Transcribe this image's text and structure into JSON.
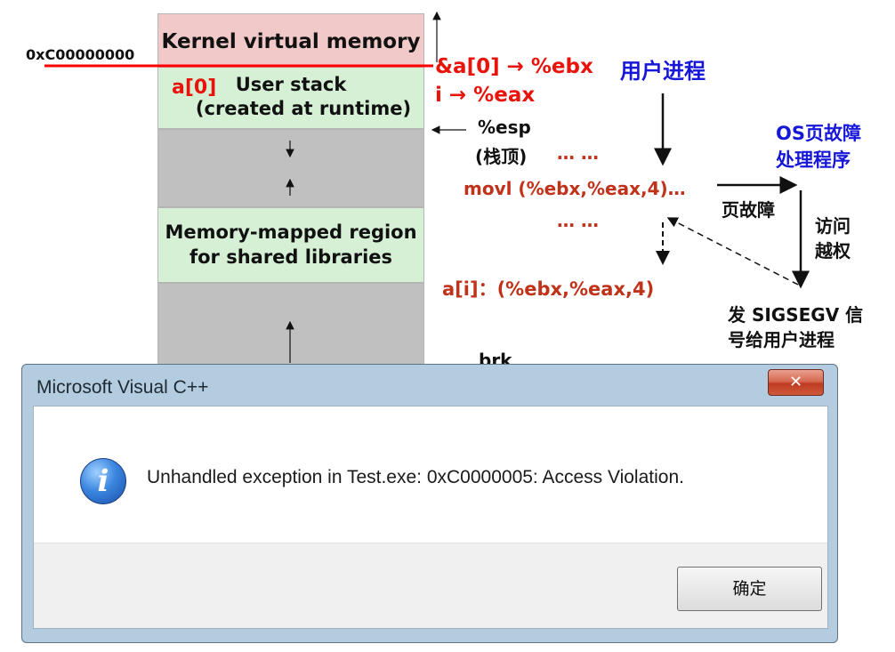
{
  "diagram": {
    "address_label": "0xC00000000",
    "segments": {
      "kernel": "Kernel virtual memory",
      "user_stack_line1": "User stack",
      "user_stack_line2": "(created at runtime)",
      "mmap_line1": "Memory-mapped region",
      "mmap_line2": "for shared libraries"
    },
    "a0_label": "a[0]",
    "reg_ebx": "&a[0] → %ebx",
    "reg_eax": "i → %eax",
    "esp_label": "%esp",
    "esp_note": "(栈顶)",
    "user_process": "用户进程",
    "os_handler_line1": "OS页故障",
    "os_handler_line2": "处理程序",
    "ellipsis": "… …",
    "movl_instr": "movl (%ebx,%eax,4)…",
    "page_fault": "页故障",
    "access_violation_line1": "访问",
    "access_violation_line2": "越权",
    "ai_expr": "a[i]：(%ebx,%eax,4)",
    "sigsegv_line1": "发 SIGSEGV 信",
    "sigsegv_line2": "号给用户进程",
    "brk_partial": "brk"
  },
  "dialog": {
    "title": "Microsoft Visual C++",
    "close_glyph": "✕",
    "icon": "info-icon",
    "message": "Unhandled exception in Test.exe: 0xC0000005: Access Violation.",
    "ok_label": "确定"
  },
  "colors": {
    "red": "#e8140c",
    "blue": "#1717d8",
    "brown": "#c0321a",
    "kernel_fill": "#f2c9c9",
    "stack_fill": "#d6f0d6",
    "gray_fill": "#c0c0c0"
  }
}
